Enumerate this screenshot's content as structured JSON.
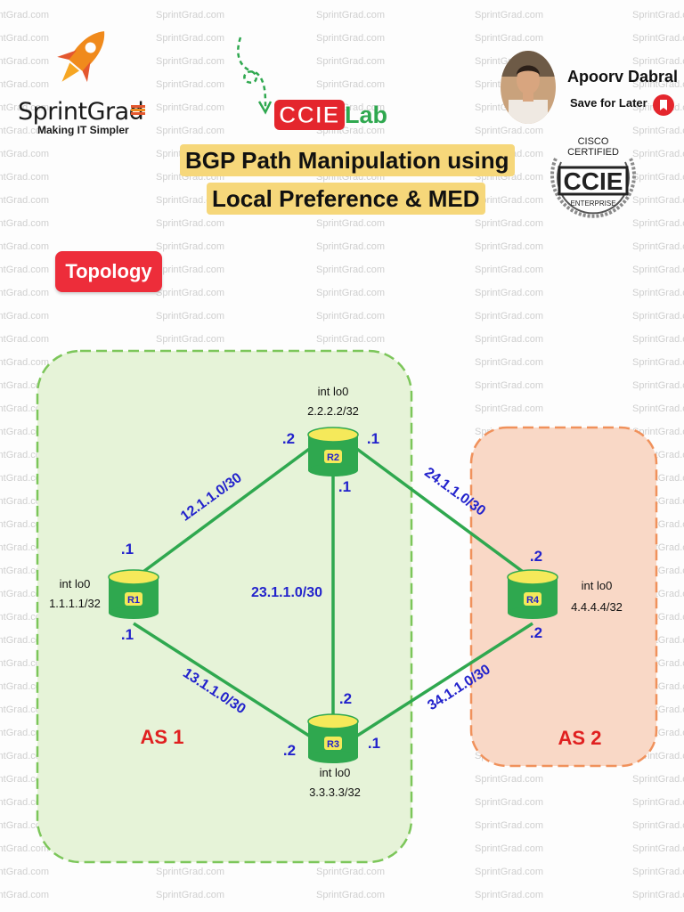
{
  "watermark": "SprintGrad.com",
  "logo": {
    "name": "SprintGrad",
    "tagline": "Making IT Simpler"
  },
  "badge": {
    "ccie": "CCIE",
    "lab": "Lab"
  },
  "title": {
    "line1": "BGP Path Manipulation using",
    "line2": "Local Preference & MED"
  },
  "author": {
    "name": "Apoorv Dabral",
    "save_label": "Save for Later"
  },
  "cert": {
    "line1": "CISCO",
    "line2": "CERTIFIED",
    "main": "CCIE",
    "track": "ENTERPRISE"
  },
  "topology_label": "Topology",
  "colors": {
    "link": "#2fa84f",
    "as1_fill": "#e6f3d8",
    "as1_border": "#7cc65a",
    "as2_fill": "#f9d8c6",
    "as2_border": "#f0915b",
    "ip_text": "#2222cc",
    "as_text": "#e02020",
    "router_body": "#2fa84f",
    "router_top": "#f5e95a"
  },
  "as_zones": [
    {
      "id": "as1",
      "label": "AS 1"
    },
    {
      "id": "as2",
      "label": "AS 2"
    }
  ],
  "routers": [
    {
      "id": "r1",
      "label": "R1",
      "loopback_title": "int lo0",
      "loopback_ip": "1.1.1.1/32"
    },
    {
      "id": "r2",
      "label": "R2",
      "loopback_title": "int lo0",
      "loopback_ip": "2.2.2.2/32"
    },
    {
      "id": "r3",
      "label": "R3",
      "loopback_title": "int lo0",
      "loopback_ip": "3.3.3.3/32"
    },
    {
      "id": "r4",
      "label": "R4",
      "loopback_title": "int lo0",
      "loopback_ip": "4.4.4.4/32"
    }
  ],
  "links": [
    {
      "id": "r1-r2",
      "subnet": "12.1.1.0/30",
      "end_a": ".1",
      "end_b": ".2"
    },
    {
      "id": "r1-r3",
      "subnet": "13.1.1.0/30",
      "end_a": ".1",
      "end_b": ".2"
    },
    {
      "id": "r2-r3",
      "subnet": "23.1.1.0/30",
      "end_a": ".1",
      "end_b": ".2"
    },
    {
      "id": "r2-r4",
      "subnet": "24.1.1.0/30",
      "end_a": ".1",
      "end_b": ".2"
    },
    {
      "id": "r3-r4",
      "subnet": "34.1.1.0/30",
      "end_a": ".1",
      "end_b": ".2"
    }
  ]
}
